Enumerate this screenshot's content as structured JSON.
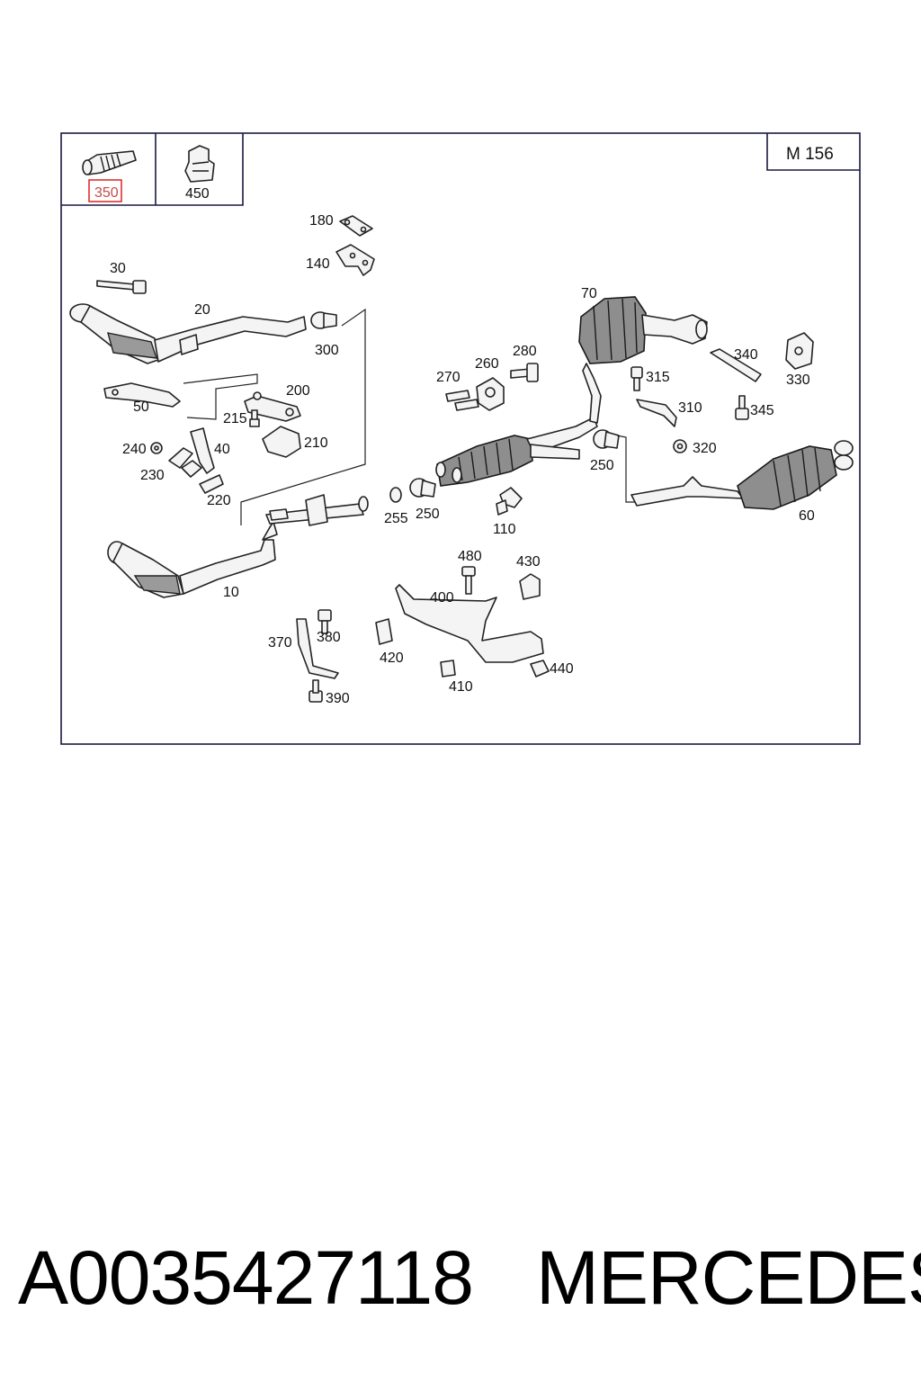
{
  "diagram": {
    "engine_code": "M 156",
    "highlighted_part": "350",
    "inset_parts": [
      "350",
      "450"
    ],
    "callouts": {
      "p10": "10",
      "p20": "20",
      "p30": "30",
      "p40": "40",
      "p50": "50",
      "p60": "60",
      "p70": "70",
      "p110": "110",
      "p140": "140",
      "p180": "180",
      "p200": "200",
      "p210": "210",
      "p215": "215",
      "p220": "220",
      "p230": "230",
      "p240": "240",
      "p250a": "250",
      "p250b": "250",
      "p255": "255",
      "p260": "260",
      "p270": "270",
      "p280": "280",
      "p300": "300",
      "p310": "310",
      "p315": "315",
      "p320": "320",
      "p330": "330",
      "p340": "340",
      "p345": "345",
      "p370": "370",
      "p380": "380",
      "p390": "390",
      "p400": "400",
      "p410": "410",
      "p420": "420",
      "p430": "430",
      "p440": "440",
      "p480": "480"
    }
  },
  "footer": {
    "part_number": "A0035427118",
    "brand": "MERCEDES"
  },
  "colors": {
    "frame": "#1a1a40",
    "highlight": "#e03030",
    "highlight_text": "#c84a4a"
  }
}
